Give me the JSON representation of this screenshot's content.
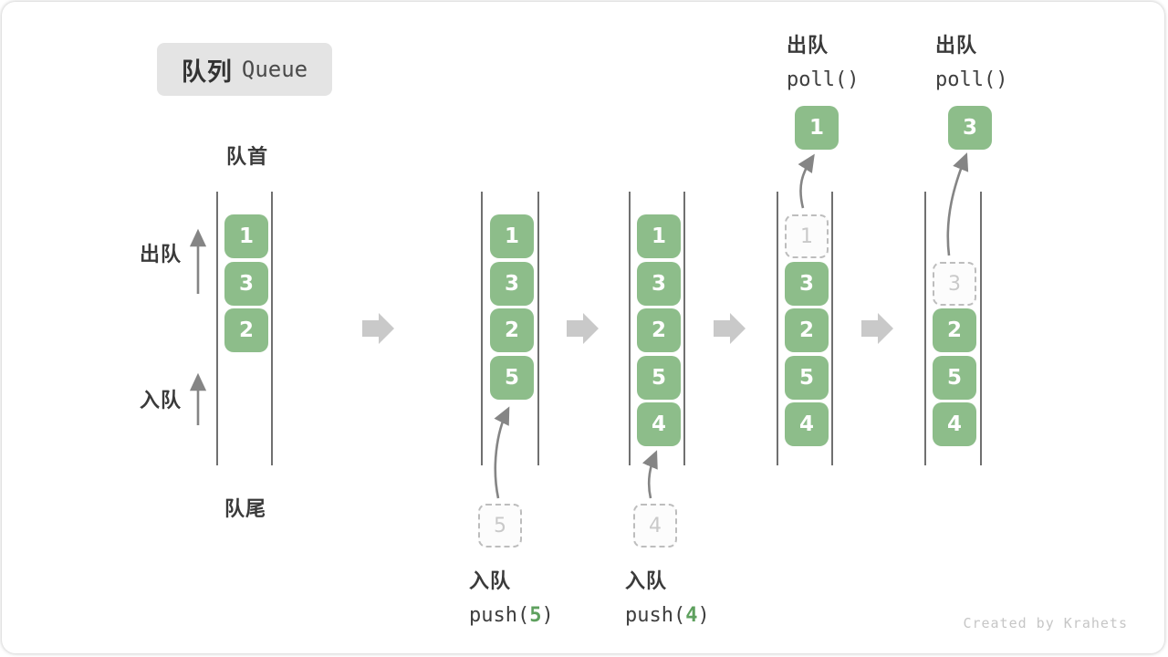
{
  "title": {
    "zh": "队列",
    "en": "Queue"
  },
  "labels": {
    "front": "队首",
    "rear": "队尾",
    "dequeue_side": "出队",
    "enqueue_side": "入队"
  },
  "states": [
    {
      "name": "initial",
      "queue": [
        "1",
        "3",
        "2"
      ]
    },
    {
      "name": "after-push-5",
      "queue": [
        "1",
        "3",
        "2",
        "5"
      ],
      "entering": "5"
    },
    {
      "name": "after-push-4",
      "queue": [
        "1",
        "3",
        "2",
        "5",
        "4"
      ],
      "entering": "4"
    },
    {
      "name": "after-poll-1",
      "queue": [
        "3",
        "2",
        "5",
        "4"
      ],
      "removed": "1"
    },
    {
      "name": "after-poll-3",
      "queue": [
        "2",
        "5",
        "4"
      ],
      "removed": "3"
    }
  ],
  "ops": {
    "push5": {
      "label": "入队",
      "fn": "push(",
      "arg": "5",
      "close": ")"
    },
    "push4": {
      "label": "入队",
      "fn": "push(",
      "arg": "4",
      "close": ")"
    },
    "poll_a": {
      "label": "出队",
      "code": "poll()"
    },
    "poll_b": {
      "label": "出队",
      "code": "poll()"
    }
  },
  "watermark": "Created by Krahets",
  "colors": {
    "box_green": "#8dbd8a",
    "code_green": "#5ea05e",
    "arrow_gray": "#858585",
    "block_arrow_gray": "#c9c9c9",
    "wall_dark": "#414141",
    "ghost_border": "#bdbdbd",
    "ghost_text": "#c9c9c9",
    "badge_bg": "#e4e4e4",
    "text_dark": "#3a3a3a",
    "watermark_gray": "#c6c6c6"
  }
}
